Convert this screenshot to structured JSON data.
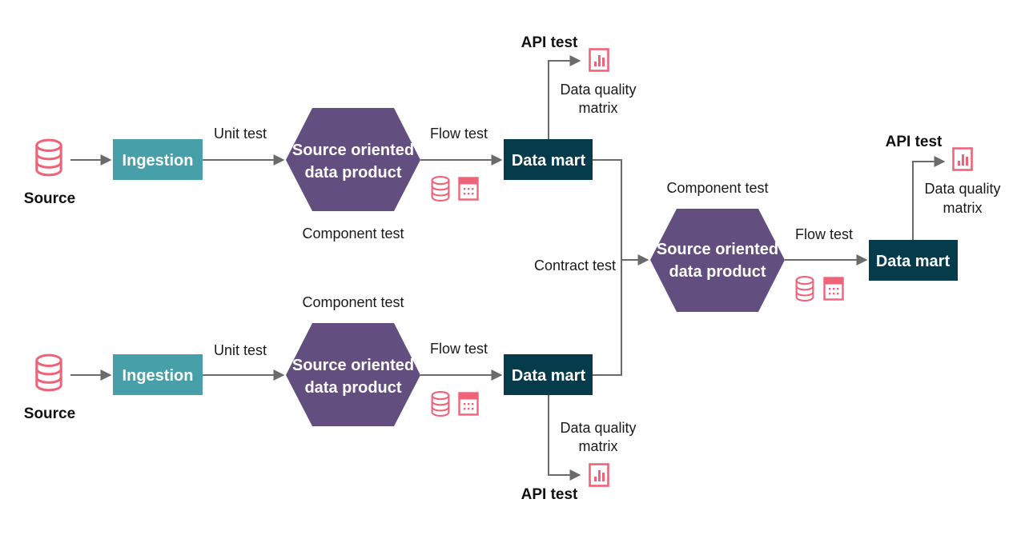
{
  "colors": {
    "ingestion": "#47a0a9",
    "data_product": "#624f7f",
    "data_mart": "#053b4b",
    "icon": "#ef6379",
    "edge": "#6b6b6b",
    "node_text": "#ffffff"
  },
  "pipelines": [
    {
      "source_label": "Source",
      "ingestion_label": "Ingestion",
      "unit_test_label": "Unit test",
      "product_label_line1": "Source oriented",
      "product_label_line2": "data product",
      "component_test_label": "Component test",
      "flow_test_label": "Flow test",
      "data_mart_label": "Data mart",
      "api_test_label": "API test",
      "dq_label_line1": "Data quality",
      "dq_label_line2": "matrix"
    },
    {
      "source_label": "Source",
      "ingestion_label": "Ingestion",
      "unit_test_label": "Unit test",
      "product_label_line1": "Source oriented",
      "product_label_line2": "data product",
      "component_test_label": "Component test",
      "flow_test_label": "Flow test",
      "data_mart_label": "Data mart",
      "api_test_label": "API test",
      "dq_label_line1": "Data quality",
      "dq_label_line2": "matrix"
    }
  ],
  "merged": {
    "contract_test_label": "Contract test",
    "component_test_label": "Component test",
    "product_label_line1": "Source oriented",
    "product_label_line2": "data product",
    "flow_test_label": "Flow test",
    "data_mart_label": "Data mart",
    "api_test_label": "API test",
    "dq_label_line1": "Data quality",
    "dq_label_line2": "matrix"
  },
  "icons": {
    "source": "database-icon",
    "storage": "database-icon",
    "table": "table-icon",
    "data_quality": "bar-chart-icon"
  }
}
